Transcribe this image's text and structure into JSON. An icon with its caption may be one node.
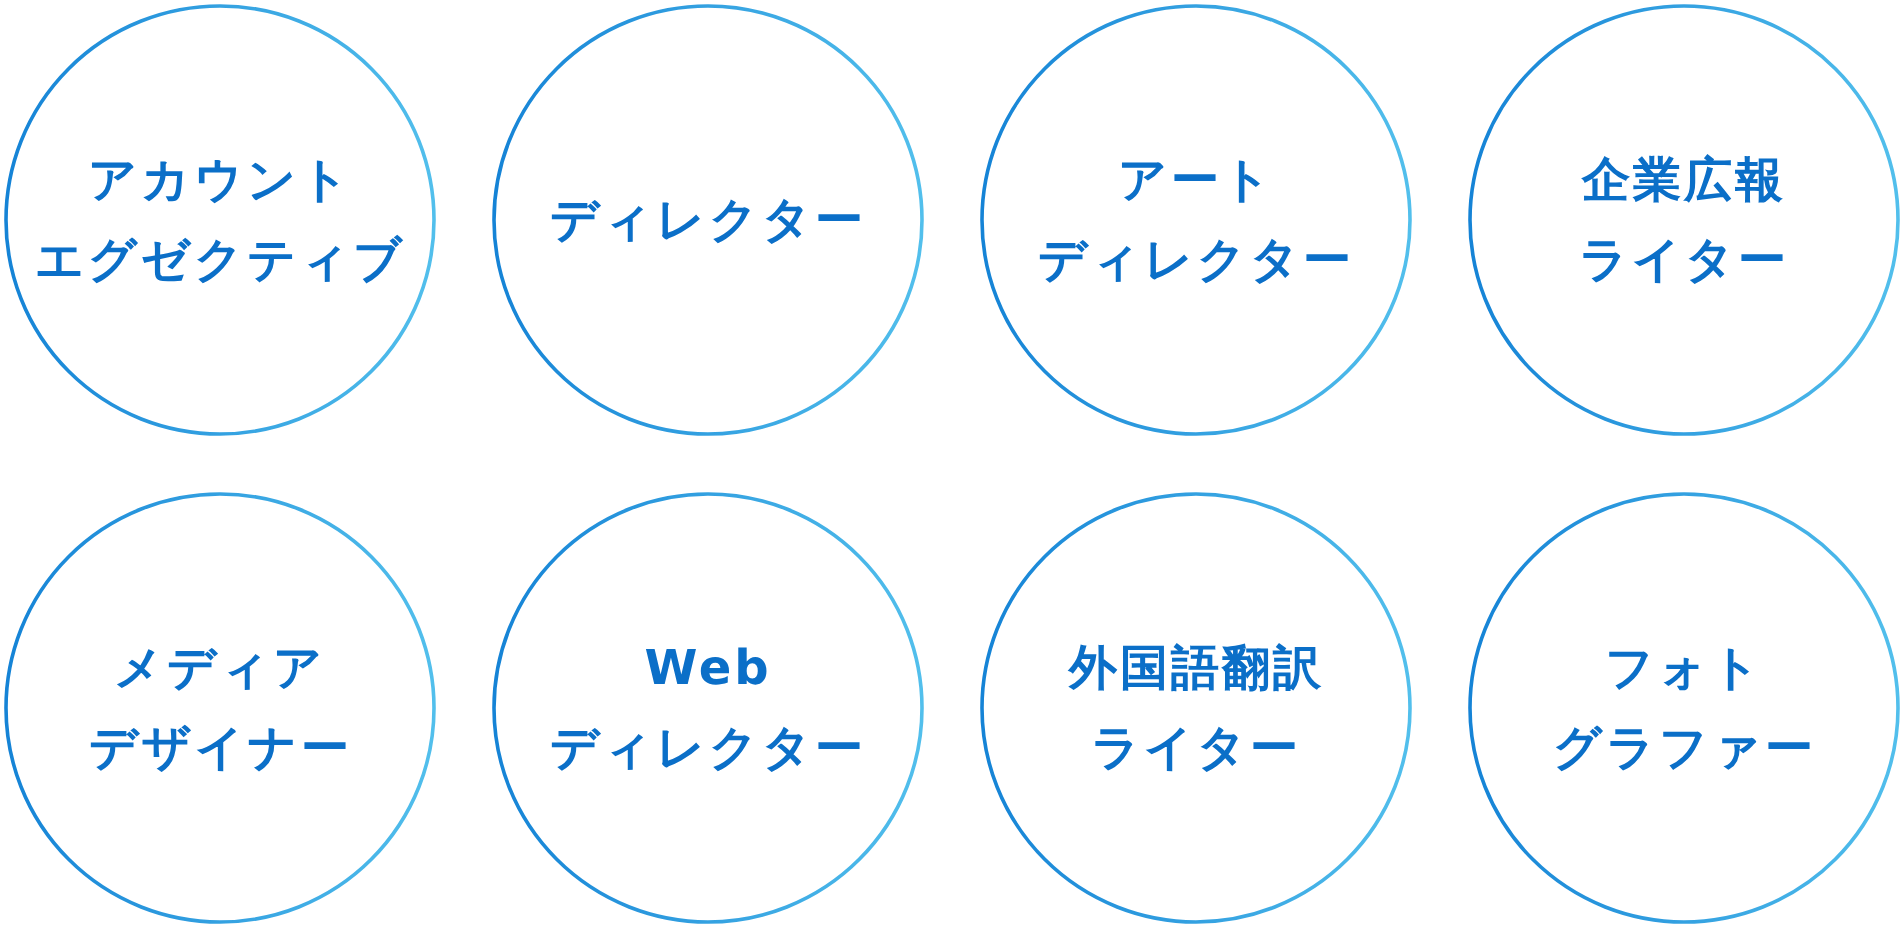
{
  "diagram": {
    "nodes": [
      {
        "text": [
          "アカウントエグゼクティブ"
        ]
      },
      {
        "text": [
          "ディレクター"
        ]
      },
      {
        "text": [
          "アートディレクター"
        ]
      },
      {
        "text": [
          "企業広報ライター"
        ]
      },
      {
        "text": [
          "メディアデザイナー"
        ]
      },
      {
        "text": [
          "Webディレクター"
        ]
      },
      {
        "text": [
          "外国語翻訳ライター"
        ]
      },
      {
        "text": [
          "フォトグラファー"
        ]
      }
    ]
  }
}
